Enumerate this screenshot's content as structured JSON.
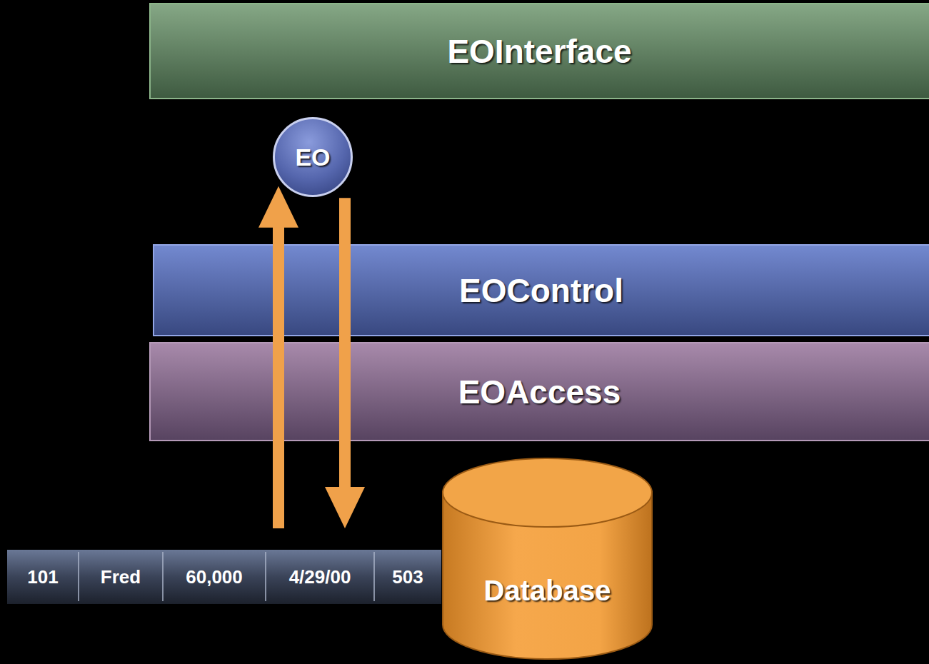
{
  "diagram": {
    "nodes": [
      {
        "text": [
          "EOInterface"
        ]
      },
      {
        "text": [
          "EO"
        ]
      },
      {
        "text": [
          "EOControl"
        ]
      },
      {
        "text": [
          "EOAccess"
        ]
      },
      {
        "text": [
          "Database"
        ]
      }
    ],
    "edges": [
      {
        "from": 4,
        "to": 1,
        "arrow": "to"
      },
      {
        "from": 1,
        "to": 4,
        "arrow": "to"
      }
    ],
    "labels": [
      "101",
      "Fred",
      "60,000",
      "4/29/00",
      "503"
    ]
  }
}
